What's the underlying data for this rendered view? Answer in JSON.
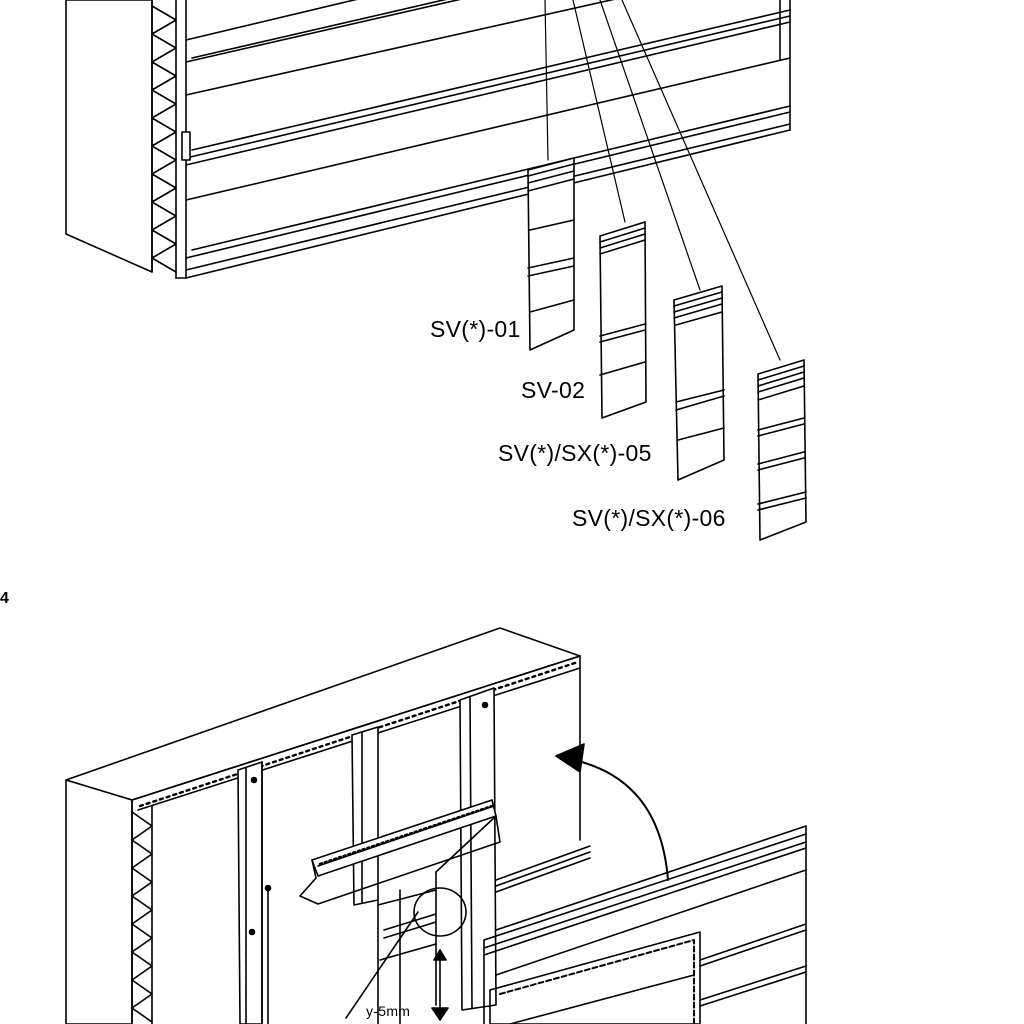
{
  "profiles": {
    "sv01": "SV(*)-01",
    "sv02": "SV-02",
    "sv05": "SV(*)/SX(*)-05",
    "sv06": "SV(*)/SX(*)-06"
  },
  "figure_number": "4",
  "dimension_label": "y-5mm"
}
